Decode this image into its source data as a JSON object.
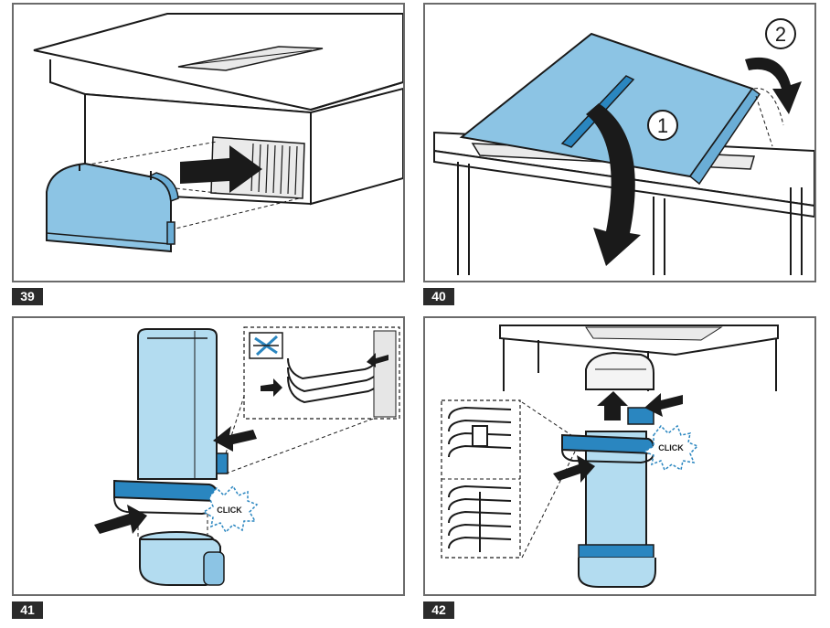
{
  "steps": [
    {
      "number": "39"
    },
    {
      "number": "40",
      "callouts": [
        "1",
        "2"
      ]
    },
    {
      "number": "41",
      "click_label": "CLICK"
    },
    {
      "number": "42",
      "click_label": "CLICK"
    }
  ],
  "colors": {
    "part_blue": "#8cc4e4",
    "part_blue_dark": "#2a86c0",
    "outline": "#1a1a1a",
    "frame": "#6b6b6b"
  }
}
